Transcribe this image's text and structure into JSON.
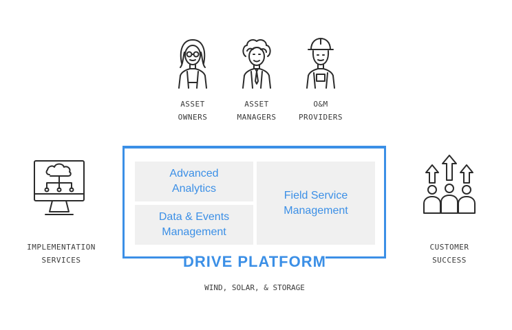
{
  "personas": [
    {
      "line1": "ASSET",
      "line2": "OWNERS",
      "icon": "woman-with-glasses-icon"
    },
    {
      "line1": "ASSET",
      "line2": "MANAGERS",
      "icon": "man-with-tie-icon"
    },
    {
      "line1": "O&M",
      "line2": "PROVIDERS",
      "icon": "worker-with-hardhat-icon"
    }
  ],
  "left_service": {
    "line1": "IMPLEMENTATION",
    "line2": "SERVICES",
    "icon": "cloud-network-monitor-icon"
  },
  "right_service": {
    "line1": "CUSTOMER",
    "line2": "SUCCESS",
    "icon": "people-growth-arrows-icon"
  },
  "platform": {
    "title": "DRIVE PLATFORM",
    "subtitle": "WIND, SOLAR, & STORAGE",
    "modules": {
      "analytics": "Advanced\nAnalytics",
      "data_events": "Data & Events\nManagement",
      "field_service": "Field Service\nManagement"
    }
  },
  "colors": {
    "accent": "#3b8fe6",
    "module_bg": "#f0f0f0",
    "icon_stroke": "#2b2b2b"
  }
}
